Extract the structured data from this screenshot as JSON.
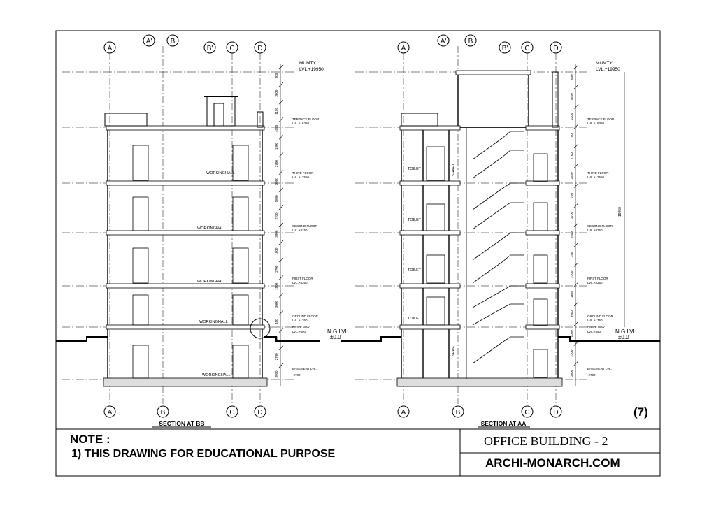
{
  "sections": [
    {
      "caption": "SECTION AT BB",
      "grid_top": [
        "A",
        "A'",
        "B",
        "B'",
        "C",
        "D"
      ],
      "grid_bottom": [
        "A",
        "B",
        "C",
        "D"
      ],
      "room_label": "WORKINGHALL",
      "levels": [
        {
          "name": "MUMTY",
          "value": "LVL.+19950"
        },
        {
          "name": "TERRACE FLOOR",
          "value": "LVL.+16350"
        },
        {
          "name": "THIRD FLOOR",
          "value": "LVL.+12550"
        },
        {
          "name": "SECOND FLOOR",
          "value": "LVL.+8150"
        },
        {
          "name": "FIRST FLOOR",
          "value": "LVL.+4350"
        },
        {
          "name": "GROUND FLOOR",
          "value": "LVL.+1350"
        },
        {
          "name": "DRIVE WAY",
          "value": "LVL.+450"
        },
        {
          "name": "BASEMENT LVL.",
          "value": "-2700"
        }
      ],
      "ground": {
        "label": "N.G LVL.",
        "value": "±0.0"
      }
    },
    {
      "caption": "SECTION AT AA",
      "grid_top": [
        "A",
        "A'",
        "B",
        "B'",
        "C",
        "D"
      ],
      "grid_bottom": [
        "A",
        "B",
        "C",
        "D"
      ],
      "room_label": "TOILET",
      "shaft_label": "SHAFT",
      "overall_dim": "19950",
      "levels": [
        {
          "name": "MUMTY",
          "value": "LVL.+19950"
        },
        {
          "name": "TERRACE FLOOR",
          "value": "LVL.+16350"
        },
        {
          "name": "THIRD FLOOR",
          "value": "LVL.+12550"
        },
        {
          "name": "SECOND FLOOR",
          "value": "LVL.+8150"
        },
        {
          "name": "FIRST FLOOR",
          "value": "LVL.+4350"
        },
        {
          "name": "GROUND FLOOR",
          "value": "LVL.+1350"
        },
        {
          "name": "DRIVE WAY",
          "value": "LVL.+450"
        },
        {
          "name": "BASEMENT LVL.",
          "value": "-2700"
        }
      ],
      "ground": {
        "label": "N.G LVL.",
        "value": "±0.0"
      }
    }
  ],
  "dims_bb": [
    "300",
    "3600",
    "1150",
    "4050",
    "1800",
    "2700",
    "3900",
    "1800",
    "2700",
    "3900",
    "1800",
    "2700",
    "1500",
    "3000",
    "450",
    "900",
    "2700",
    "3900"
  ],
  "dims_aa": [
    "600",
    "1650",
    "2200",
    "750",
    "2700",
    "2550",
    "750",
    "2700",
    "2550",
    "750",
    "2700",
    "1650",
    "3900",
    "1050",
    "2700",
    "3900"
  ],
  "sheet_number": "(7)",
  "note": {
    "title": "NOTE :",
    "line1": "1) THIS DRAWING FOR EDUCATIONAL PURPOSE"
  },
  "title_block": {
    "project": "OFFICE BUILDING - 2",
    "website": "ARCHI-MONARCH.COM"
  }
}
